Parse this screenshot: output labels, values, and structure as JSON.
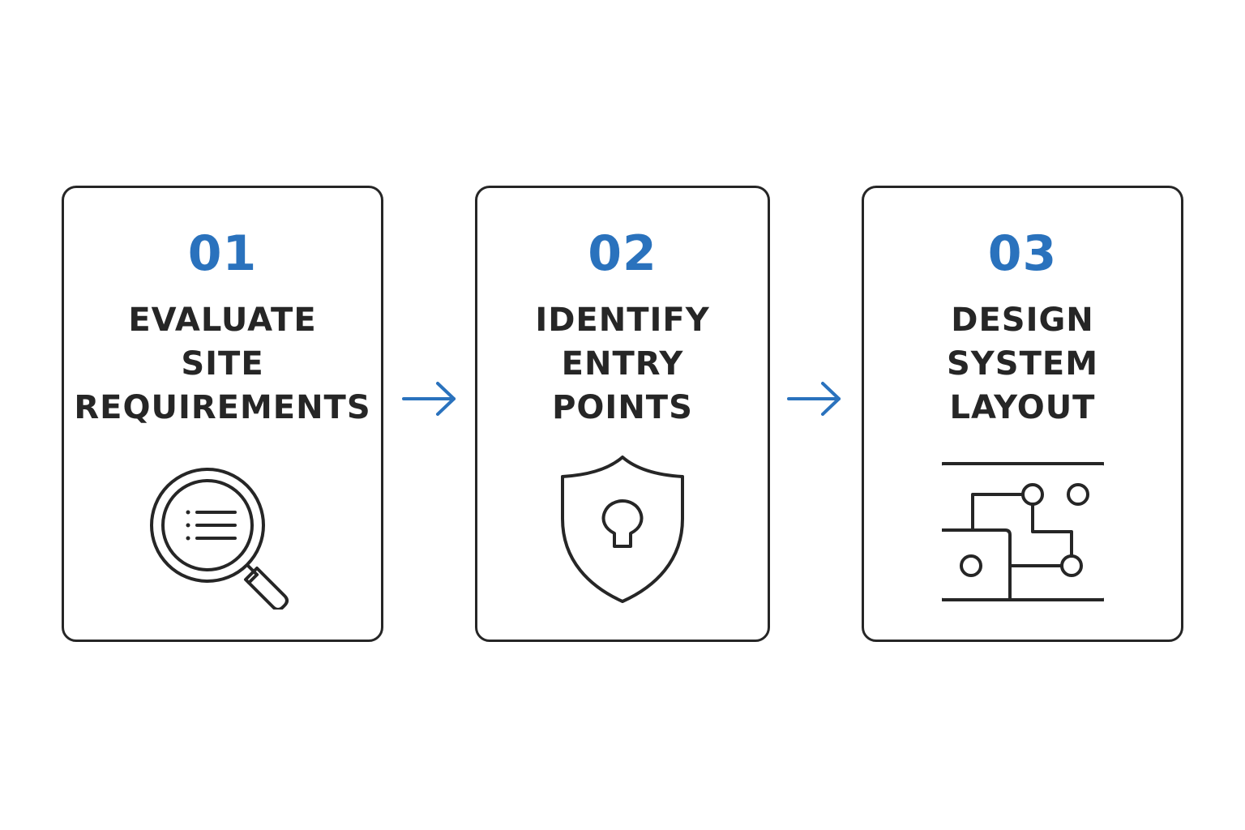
{
  "colors": {
    "accent": "#2A72BD",
    "ink": "#262626",
    "background": "#FFFFFF"
  },
  "steps": [
    {
      "number": "01",
      "title_lines": [
        "EVALUATE",
        "SITE",
        "REQUIREMENTS"
      ],
      "icon": "magnifier-list-icon"
    },
    {
      "number": "02",
      "title_lines": [
        "IDENTIFY",
        "ENTRY",
        "POINTS"
      ],
      "icon": "shield-keyhole-icon"
    },
    {
      "number": "03",
      "title_lines": [
        "DESIGN",
        "SYSTEM",
        "LAYOUT"
      ],
      "icon": "circuit-layout-icon"
    }
  ],
  "connectors": [
    {
      "icon": "arrow-right-icon"
    },
    {
      "icon": "arrow-right-icon"
    }
  ]
}
